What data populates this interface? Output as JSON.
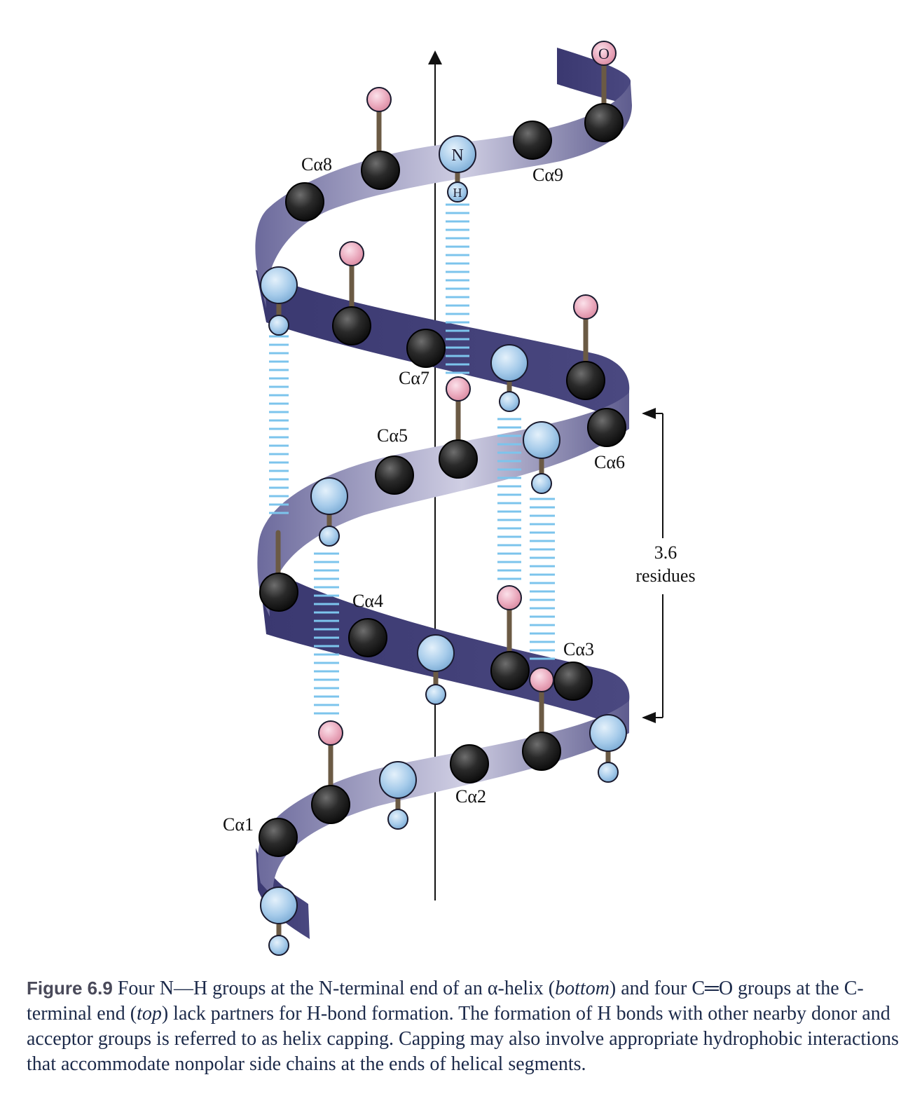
{
  "diagram": {
    "residue_labels": [
      "Cα1",
      "Cα2",
      "Cα3",
      "Cα4",
      "Cα5",
      "Cα6",
      "Cα7",
      "Cα8",
      "Cα9"
    ],
    "atom_labels": {
      "nitrogen": "N",
      "hydrogen": "H",
      "oxygen": "O"
    },
    "pitch_label": [
      "3.6",
      "residues"
    ],
    "colors": {
      "ribbon_dark": "#2e2c5e",
      "ribbon_light": "#c6c5dd",
      "carbon": "#1b1b1b",
      "nitrogen": "#8cbbe0",
      "oxygen": "#e6a3b6",
      "hbond": "#7cc4ec"
    }
  },
  "caption": {
    "figure_label": "Figure 6.9",
    "p1": " Four N—H groups at the N-terminal end of an α-helix (",
    "em1": "bottom",
    "p2": ") and four C═O groups at the C-terminal end (",
    "em2": "top",
    "p3": ") lack partners for H-bond formation. The formation of H bonds with other nearby donor and acceptor groups is referred to as helix capping. Capping may also involve appropriate hydrophobic interactions that accommodate nonpolar side chains at the ends of helical segments."
  }
}
